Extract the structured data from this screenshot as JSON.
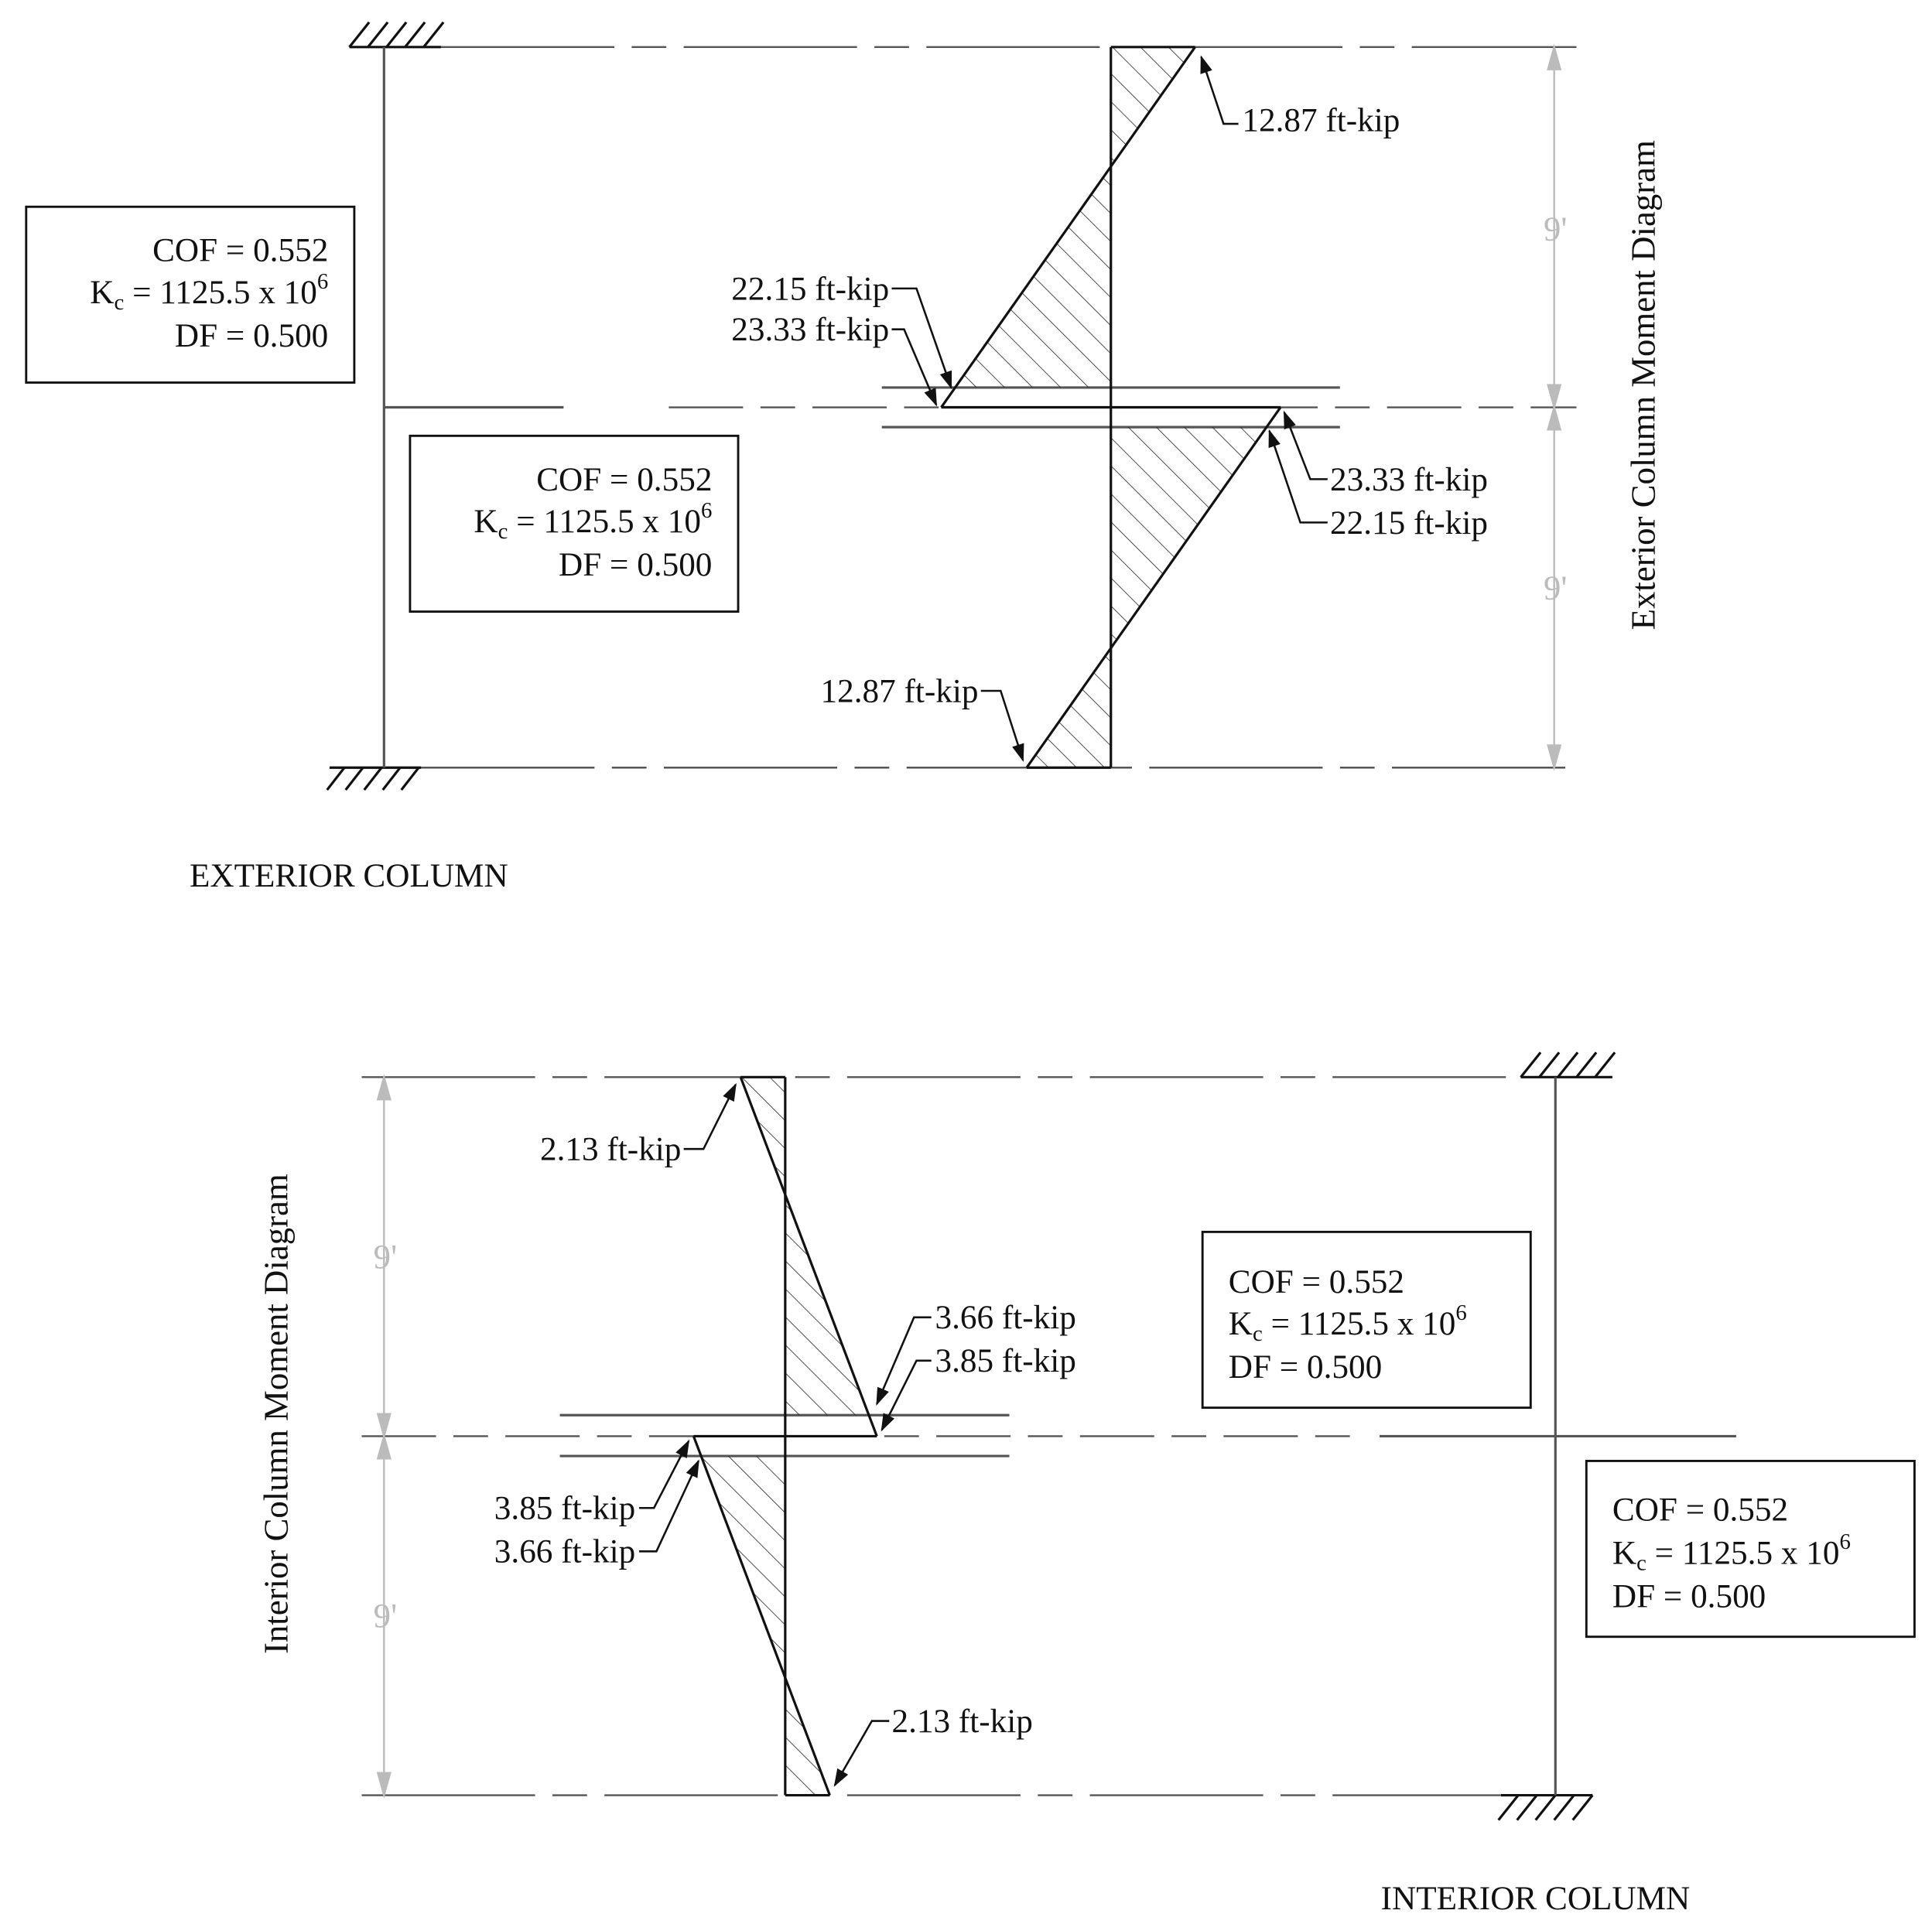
{
  "colors": {
    "ink": "#111111",
    "line": "#555555",
    "dim": "#bbbbbb"
  },
  "exterior": {
    "title": "EXTERIOR COLUMN",
    "diagram_label": "Exterior Column Moment Diagram",
    "dims": {
      "upper": "9'",
      "lower": "9'"
    },
    "box_upper": {
      "cof": "COF = 0.552",
      "kc": "Kc = 1125.5 x 10^6",
      "kc_prefix": "K",
      "kc_sub": "c",
      "kc_main": " = 1125.5 x 10",
      "kc_sup": "6",
      "df": "DF = 0.500"
    },
    "box_lower": {
      "cof": "COF = 0.552",
      "kc": "Kc = 1125.5 x 10^6",
      "kc_prefix": "K",
      "kc_sub": "c",
      "kc_main": " = 1125.5 x 10",
      "kc_sup": "6",
      "df": "DF = 0.500"
    },
    "moments": {
      "top": "12.87 ft-kip",
      "joint_upper_a": "22.15 ft-kip",
      "joint_upper_b": "23.33 ft-kip",
      "joint_lower_a": "23.33 ft-kip",
      "joint_lower_b": "22.15 ft-kip",
      "bottom": "12.87 ft-kip"
    }
  },
  "interior": {
    "title": "INTERIOR COLUMN",
    "diagram_label": "Interior Column Moment Diagram",
    "dims": {
      "upper": "9'",
      "lower": "9'"
    },
    "box_upper": {
      "cof": "COF = 0.552",
      "kc": "Kc = 1125.5 x 10^6",
      "kc_prefix": "K",
      "kc_sub": "c",
      "kc_main": " = 1125.5 x 10",
      "kc_sup": "6",
      "df": "DF = 0.500"
    },
    "box_lower": {
      "cof": "COF = 0.552",
      "kc": "Kc = 1125.5 x 10^6",
      "kc_prefix": "K",
      "kc_sub": "c",
      "kc_main": " = 1125.5 x 10",
      "kc_sup": "6",
      "df": "DF = 0.500"
    },
    "moments": {
      "top": "2.13 ft-kip",
      "joint_upper_a": "3.66 ft-kip",
      "joint_upper_b": "3.85 ft-kip",
      "joint_lower_a": "3.85 ft-kip",
      "joint_lower_b": "3.66 ft-kip",
      "bottom": "2.13 ft-kip"
    }
  }
}
